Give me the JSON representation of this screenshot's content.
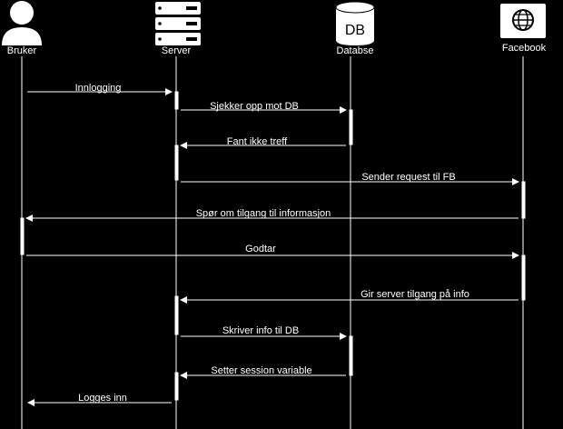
{
  "participants": [
    {
      "id": "bruker",
      "label": "Bruker",
      "icon": "person-icon"
    },
    {
      "id": "server",
      "label": "Server",
      "icon": "server-rack-icon"
    },
    {
      "id": "db",
      "label": "Databse",
      "icon": "database-icon",
      "icon_text": "DB"
    },
    {
      "id": "facebook",
      "label": "Facebook",
      "icon": "globe-icon"
    }
  ],
  "messages": [
    {
      "from": "bruker",
      "to": "server",
      "label": "Innlogging"
    },
    {
      "from": "server",
      "to": "db",
      "label": "Sjekker opp mot DB"
    },
    {
      "from": "db",
      "to": "server",
      "label": "Fant ikke treff"
    },
    {
      "from": "server",
      "to": "facebook",
      "label": "Sender request til FB"
    },
    {
      "from": "facebook",
      "to": "bruker",
      "label": "Spør om tilgang til informasjon"
    },
    {
      "from": "bruker",
      "to": "facebook",
      "label": "Godtar"
    },
    {
      "from": "facebook",
      "to": "server",
      "label": "Gir server tilgang på info"
    },
    {
      "from": "server",
      "to": "db",
      "label": "Skriver info til DB"
    },
    {
      "from": "db",
      "to": "server",
      "label": "Setter session variable"
    },
    {
      "from": "server",
      "to": "bruker",
      "label": "Logges inn"
    }
  ],
  "colors": {
    "background": "#000000",
    "foreground": "#ffffff"
  }
}
